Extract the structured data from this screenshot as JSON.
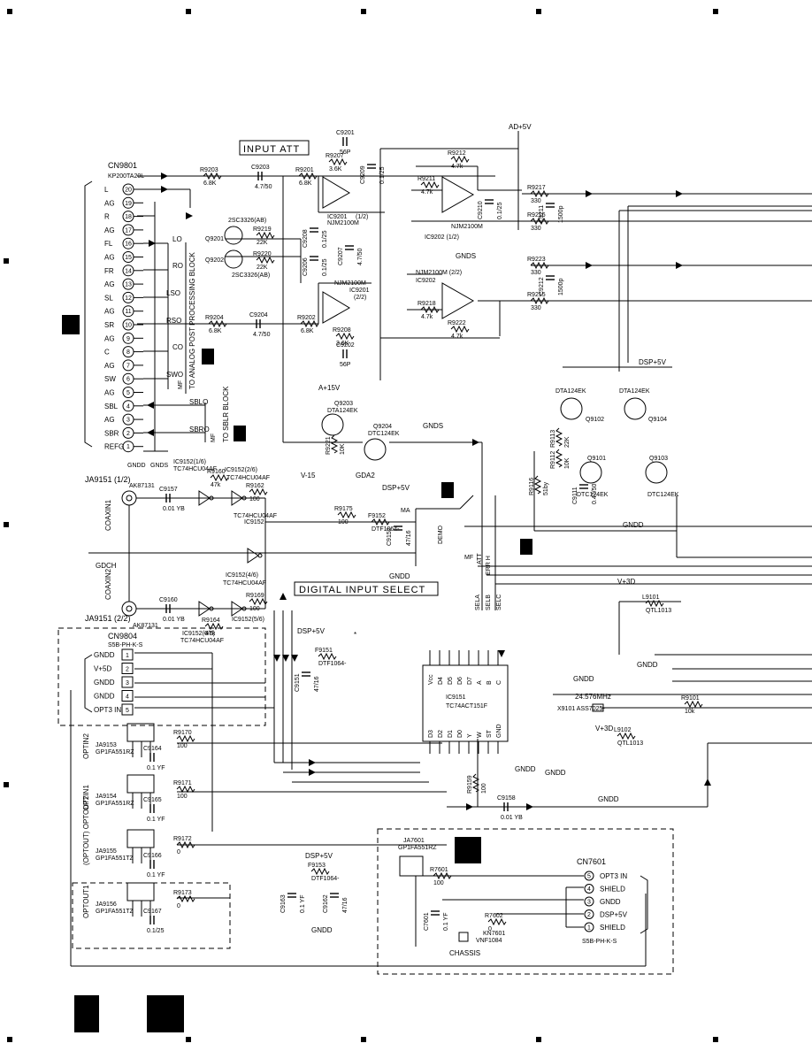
{
  "connector_cn9801": {
    "ref": "CN9801",
    "part": "KP200TA20L",
    "pins": [
      {
        "num": "20",
        "label": "L"
      },
      {
        "num": "19",
        "label": "AG"
      },
      {
        "num": "18",
        "label": "R"
      },
      {
        "num": "17",
        "label": "AG"
      },
      {
        "num": "16",
        "label": "FL"
      },
      {
        "num": "15",
        "label": "AG"
      },
      {
        "num": "14",
        "label": "FR"
      },
      {
        "num": "13",
        "label": "AG"
      },
      {
        "num": "12",
        "label": "SL"
      },
      {
        "num": "11",
        "label": "AG"
      },
      {
        "num": "10",
        "label": "SR"
      },
      {
        "num": "9",
        "label": "AG"
      },
      {
        "num": "8",
        "label": "C"
      },
      {
        "num": "7",
        "label": "AG"
      },
      {
        "num": "6",
        "label": "SW"
      },
      {
        "num": "5",
        "label": "AG"
      },
      {
        "num": "4",
        "label": "SBL"
      },
      {
        "num": "3",
        "label": "AG"
      },
      {
        "num": "2",
        "label": "SBR"
      },
      {
        "num": "1",
        "label": "REFG"
      }
    ]
  },
  "signals": [
    "LO",
    "RO",
    "LSO",
    "RSO",
    "CO",
    "SWO",
    "SBLO",
    "SBRO"
  ],
  "block_labels": {
    "analog_post": "TO ANALOG POST PROCESSING BLOCK",
    "sblr": "TO SBLR BLOCK",
    "input_att": "INPUT ATT",
    "digital_input_select": "DIGITAL INPUT SELECT",
    "mf1": "MF",
    "mf2": "MF"
  },
  "ground_labels": {
    "gndd": "GNDD",
    "gnds": "GNDS",
    "gdch": "GDCH",
    "gda2": "GDA2",
    "chassis": "CHASSIS"
  },
  "power_labels": {
    "ad5": "AD+5V",
    "dsp5": "DSP+5V",
    "a15": "A+15V",
    "v_15": "V-15",
    "v3d": "V+3D"
  },
  "ics": {
    "ic9201": [
      "IC9201",
      "NJM2100M",
      "(1/2)"
    ],
    "ic9202a": [
      "IC9202 (1/2)",
      "NJM2100M"
    ],
    "ic9201b": [
      "NJM2100M",
      "IC9201",
      "(2/2)"
    ],
    "ic9202b": [
      "NJM2100M (2/2)",
      "IC9202"
    ],
    "ic9152": [
      "IC9152(1/6)",
      "TC74HCU04AF",
      "IC9152(2/6)",
      "TC74HCU04AF"
    ],
    "ic9152c": [
      "TC74HCU04AF",
      "IC9152"
    ],
    "ic9152d": [
      "IC9152(4/6)",
      "TC74HCU04AF"
    ],
    "ic9152e": [
      "IC9152(5/6)",
      "TC74HCU04AF",
      "IC9152(6/6)"
    ],
    "ic9151": [
      "IC9151",
      "TC74ACT151F"
    ],
    "ic9151_pins_top": [
      "Vcc",
      "D4",
      "D5",
      "D6",
      "D7",
      "A",
      "B",
      "C"
    ],
    "ic9151_pins_bot": [
      "D3",
      "D2",
      "D1",
      "D0",
      "Y",
      "W",
      "ST",
      "GND"
    ]
  },
  "components": {
    "r9203": [
      "R9203",
      "6.8K"
    ],
    "c9203": [
      "C9203",
      "4.7/50"
    ],
    "r9201": [
      "R9201",
      "6.8K"
    ],
    "c9201": [
      "C9201",
      "56P"
    ],
    "r9207": [
      "R9207",
      "3.6K"
    ],
    "c9209": [
      "C9209",
      "0.1/25"
    ],
    "r9212": [
      "R9212",
      "4.7k"
    ],
    "r9211": [
      "R9211",
      "4.7k"
    ],
    "c9210": [
      "C9210",
      "0.1/25"
    ],
    "r9217": [
      "R9217",
      "330"
    ],
    "c9211": [
      "C9211",
      "1500p"
    ],
    "r9216": [
      "R9216",
      "330"
    ],
    "q9201": [
      "Q9201",
      "2SC3326(AB)"
    ],
    "q9202": [
      "2SC3326(AB)",
      "Q9202"
    ],
    "r9219": [
      "R9219",
      "22K"
    ],
    "r9220": [
      "R9220",
      "22K"
    ],
    "c9208": [
      "C9208",
      "0.1/25"
    ],
    "c9206": [
      "C9206",
      "0.1/25"
    ],
    "c9207": [
      "C9207",
      "4.7/50"
    ],
    "r9204": [
      "R9204",
      "6.8K"
    ],
    "c9204": [
      "C9204",
      "4.7/50"
    ],
    "r9202": [
      "R9202",
      "6.8K"
    ],
    "r9208": [
      "R9208",
      "3.6K"
    ],
    "c9202": [
      "C9202",
      "56P"
    ],
    "r9218": [
      "R9218",
      "4.7k"
    ],
    "r9222": [
      "R9222",
      "4.7k"
    ],
    "r9223": [
      "R9223",
      "330"
    ],
    "c9212": [
      "C9212",
      "1500p"
    ],
    "r9215": [
      "R9215",
      "330"
    ],
    "r9221": [
      "R9221",
      "10K"
    ],
    "q9203": [
      "Q9203",
      "DTA124EK"
    ],
    "q9204": [
      "Q9204",
      "DTC124EK"
    ],
    "q9102": [
      "DTA124EK",
      "Q9102"
    ],
    "q9104": [
      "DTA124EK",
      "Q9104"
    ],
    "q9101": [
      "Q9101",
      "DTC124EK"
    ],
    "q9103": [
      "Q9103",
      "DTC124EK"
    ],
    "ja9151a": "JA9151 (1/2)",
    "ja9151b": "JA9151 (2/2)",
    "ak": "AK87131",
    "coax1": "COAXIN1",
    "coax2": "COAXIN2",
    "c9157": [
      "C9157",
      "0.01 YB"
    ],
    "c9160": [
      "C9160",
      "0.01 YB"
    ],
    "r9160": [
      "R9160",
      "47k"
    ],
    "r9164": [
      "R9164",
      "47k"
    ],
    "r9162": [
      "R9162",
      "100"
    ],
    "r9169": [
      "R9169",
      "100"
    ],
    "r9175": [
      "R9175",
      "100"
    ],
    "f9152": [
      "F9152",
      "DTF1064-"
    ],
    "c9152": [
      "C9152",
      "47/16"
    ],
    "demo": "DEMO",
    "ma": "MA",
    "cn9804": [
      "CN9804",
      "S5B-PH-K-S"
    ],
    "cn9804_pins": [
      {
        "n": "1",
        "l": "GNDD"
      },
      {
        "n": "2",
        "l": "V+5D"
      },
      {
        "n": "3",
        "l": "GNDD"
      },
      {
        "n": "4",
        "l": "GNDD"
      },
      {
        "n": "5",
        "l": "OPT3 IN"
      }
    ],
    "f9151": [
      "F9151",
      "DTF1064-"
    ],
    "c9151": [
      "C9151",
      "47/16"
    ],
    "sel": [
      "SELA",
      "SELB",
      "SELC"
    ],
    "att": [
      "ATT",
      "ERR H"
    ],
    "ja9153": [
      "JA9153",
      "GP1FA551RZ"
    ],
    "ja9154": [
      "JA9154",
      "GP1FA551RZ"
    ],
    "ja9155": [
      "JA9155",
      "GP1FA551TZ"
    ],
    "ja9156": [
      "JA9156",
      "GP1FA551TZ"
    ],
    "opt_labels": [
      "OPTIN2",
      "OPTIN1",
      "(OPTOUT) OPTOUT2",
      "OPTOUT1"
    ],
    "r9170": [
      "R9170",
      "100"
    ],
    "r9171": [
      "R9171",
      "100"
    ],
    "r9172": [
      "R9172",
      "0"
    ],
    "r9173": [
      "R9173",
      "0"
    ],
    "c9164": [
      "C9164",
      "0.1 YF"
    ],
    "c9165": [
      "C9165",
      "0.1 YF"
    ],
    "c9166": [
      "C9166",
      "0.1 YF"
    ],
    "c9167": [
      "C9167",
      "0.1/25"
    ],
    "f9153": [
      "F9153",
      "DTF1064-"
    ],
    "c9162": [
      "C9162",
      "47/16"
    ],
    "c9163": [
      "C9163",
      "0.1 YF"
    ],
    "r9159": [
      "R9159",
      "100"
    ],
    "c9158": [
      "C9158",
      "0.01 YB"
    ],
    "l9101": [
      "L9101",
      "QTL1013"
    ],
    "l9102": [
      "L9102",
      "QTL1013"
    ],
    "x9101": [
      "24.576MHz",
      "X9101 ASS7025-"
    ],
    "r9101": [
      "R9101",
      "10k"
    ],
    "ja7601": [
      "JA7601",
      "GP1FA551RZ"
    ],
    "cn7601": [
      "CN7601",
      "S5B-PH-K-S"
    ],
    "cn7601_pins": [
      {
        "n": "5",
        "l": "OPT3 IN"
      },
      {
        "n": "4",
        "l": "SHIELD"
      },
      {
        "n": "3",
        "l": "GNDD"
      },
      {
        "n": "2",
        "l": "DSP+5V"
      },
      {
        "n": "1",
        "l": "SHIELD"
      }
    ],
    "r7601": [
      "R7601",
      "100"
    ],
    "r7602": [
      "R7602",
      "0"
    ],
    "c7601": [
      "C7601",
      "0.1 YF"
    ],
    "kn7601": [
      "KN7601",
      "VNF1084"
    ],
    "r9116": [
      "R9116",
      "51by"
    ],
    "r9113": [
      "R9113",
      "22K"
    ],
    "r9112": [
      "R9112",
      "10K"
    ],
    "c9111": [
      "C9111",
      "0.47/50"
    ],
    "gndd_bottom": "GNDD"
  },
  "markers": {
    "star": "*"
  }
}
